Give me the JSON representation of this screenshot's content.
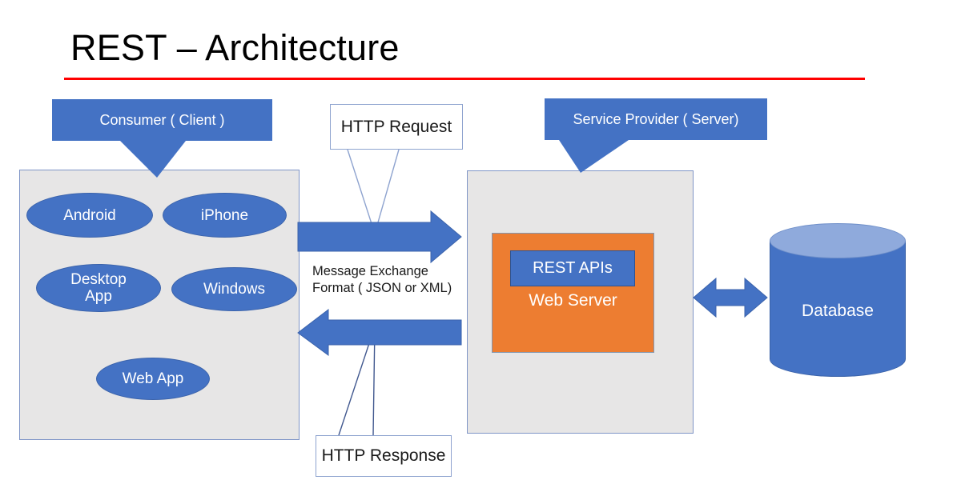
{
  "slide": {
    "title": "REST – Architecture",
    "accent_rule_color": "#ff0000",
    "background": "#ffffff"
  },
  "colors": {
    "blue": "#4472c4",
    "light_blue": "#8faadc",
    "orange": "#ed7d31",
    "panel_gray": "#e7e6e6",
    "rule_red": "#ff0000",
    "text_dark": "#1a1a1a",
    "text_light": "#ffffff"
  },
  "consumer": {
    "callout_label": "Consumer ( Client )",
    "clients": [
      {
        "label": "Android"
      },
      {
        "label": "iPhone"
      },
      {
        "label": "Desktop App"
      },
      {
        "label": "Windows"
      },
      {
        "label": "Web App"
      }
    ]
  },
  "middle": {
    "request_callout": "HTTP Request",
    "response_callout": "HTTP Response",
    "message_format_line1": "Message Exchange",
    "message_format_line2": "Format ( JSON or XML)",
    "request_arrow_direction": "right",
    "response_arrow_direction": "left"
  },
  "provider": {
    "callout_label": "Service Provider ( Server)",
    "web_server_label": "Web Server",
    "rest_api_label": "REST APIs"
  },
  "database": {
    "label": "Database",
    "link_arrow_direction": "bidirectional"
  }
}
